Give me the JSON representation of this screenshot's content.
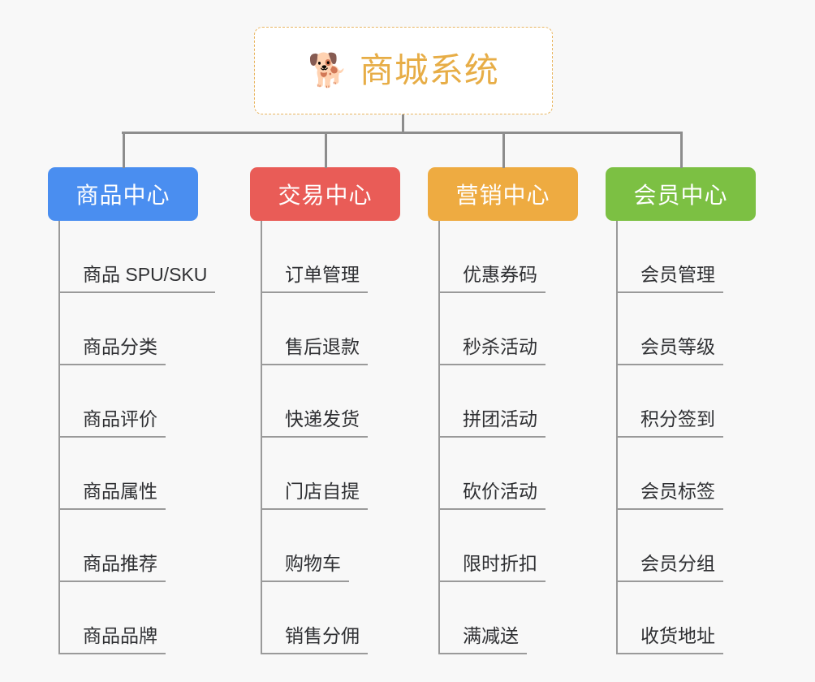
{
  "background_color": "#f8f8f8",
  "root": {
    "icon": "shiba-dog-face-emoji",
    "emoji": "🐕",
    "title": "商城系统",
    "title_color": "#e7ad46",
    "border_color": "#e9b661",
    "background": "#ffffff"
  },
  "connector_color": "#8d8d8d",
  "branches": [
    {
      "title": "商品中心",
      "color": "#4a8ef0",
      "slug": "product-center",
      "items": [
        "商品 SPU/SKU",
        "商品分类",
        "商品评价",
        "商品属性",
        "商品推荐",
        "商品品牌"
      ]
    },
    {
      "title": "交易中心",
      "color": "#e95c57",
      "slug": "trade-center",
      "items": [
        "订单管理",
        "售后退款",
        "快递发货",
        "门店自提",
        "购物车",
        "销售分佣"
      ]
    },
    {
      "title": "营销中心",
      "color": "#eeab41",
      "slug": "marketing-center",
      "items": [
        "优惠券码",
        "秒杀活动",
        "拼团活动",
        "砍价活动",
        "限时折扣",
        "满减送"
      ]
    },
    {
      "title": "会员中心",
      "color": "#7cc043",
      "slug": "member-center",
      "items": [
        "会员管理",
        "会员等级",
        "积分签到",
        "会员标签",
        "会员分组",
        "收货地址"
      ]
    }
  ]
}
